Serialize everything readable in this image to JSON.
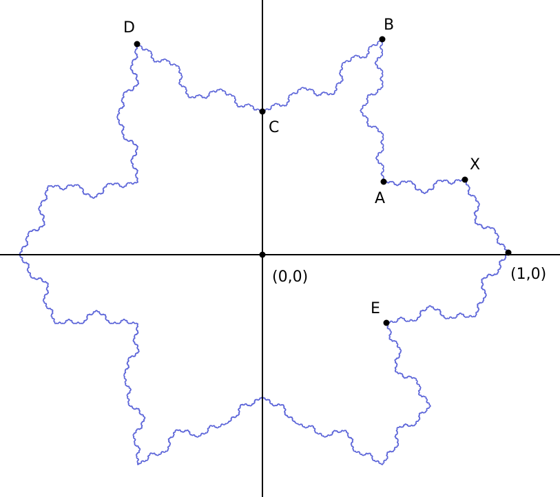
{
  "diagram": {
    "curve_color": "#5a63d8",
    "axis_color": "#000000",
    "point_color": "#000000",
    "origin_label": "(0,0)",
    "unit_label": "(1,0)",
    "points": {
      "A": "A",
      "B": "B",
      "C": "C",
      "D": "D",
      "E": "E",
      "X": "X"
    }
  }
}
